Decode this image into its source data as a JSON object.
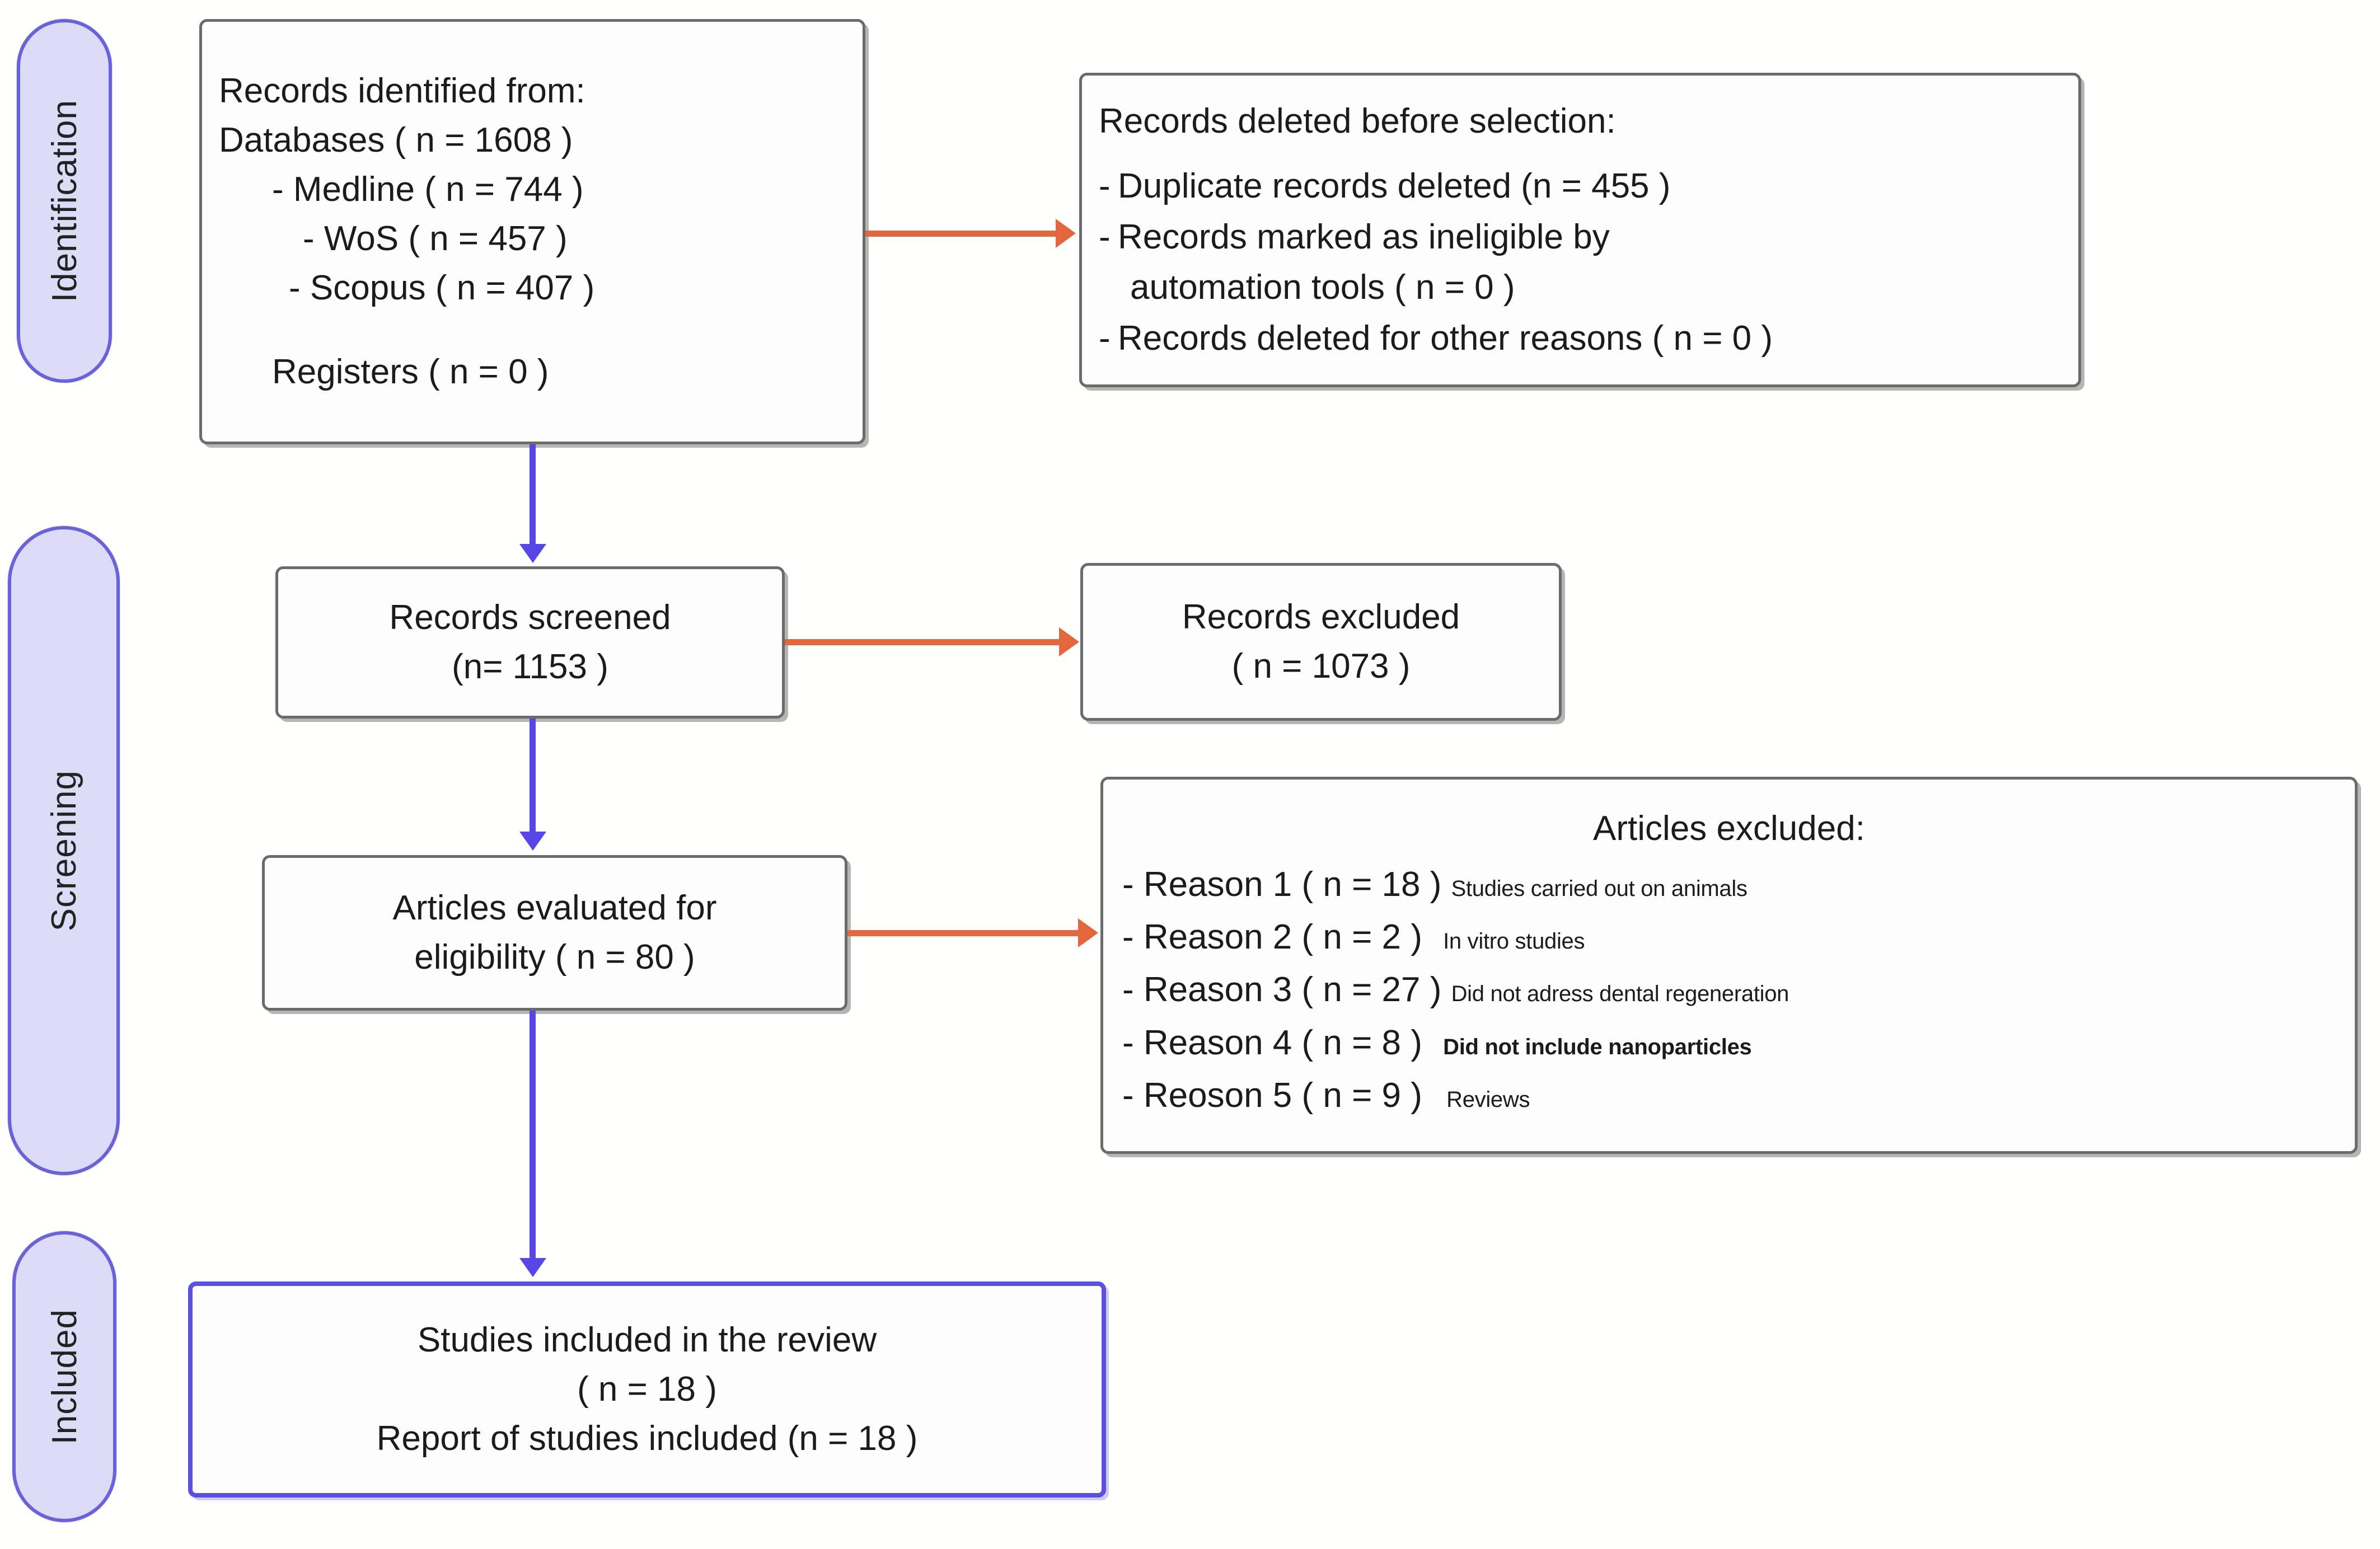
{
  "diagram": {
    "title": "PRISMA flow diagram",
    "colors": {
      "stage_fill": "#dcdcf7",
      "stage_border": "#6a62d8",
      "box_border": "#6b6b6b",
      "accent_box_border": "#5b4fe0",
      "vertical_arrow": "#5646e3",
      "horizontal_arrow": "#e2673e",
      "text": "#1b1b1b",
      "background": "#fffffd"
    }
  },
  "stages": [
    {
      "label": "Identification"
    },
    {
      "label": "Screening"
    },
    {
      "label": "Included"
    }
  ],
  "boxes": {
    "identified": {
      "heading": "Records  identified  from:",
      "databases_total": "Databases ( n =  1608 )",
      "sources": [
        "- Medline ( n = 744 )",
        "- WoS ( n = 457 )",
        "- Scopus ( n = 407 )"
      ],
      "registers": "Registers ( n = 0 )"
    },
    "deleted_before_selection": {
      "heading": "Records deleted before selection:",
      "items": [
        {
          "text": "Duplicate records deleted (n = 455 )"
        },
        {
          "text": "Records marked as ineligible by",
          "continuation": "automation tools ( n = 0 )"
        },
        {
          "text": "Records deleted for other reasons ( n = 0 )"
        }
      ]
    },
    "records_screened": {
      "line1": "Records screened",
      "line2": "(n= 1153 )"
    },
    "records_excluded": {
      "line1": "Records excluded",
      "line2": "( n = 1073 )"
    },
    "articles_eligibility": {
      "line1": "Articles evaluated for",
      "line2": "eligibility ( n = 80 )"
    },
    "articles_excluded": {
      "heading": "Articles excluded:",
      "reasons": [
        {
          "label": "- Reason 1 ( n = 18 )",
          "note": "Studies carried out on animals",
          "bold": false
        },
        {
          "label": "- Reason 2 ( n = 2 )",
          "note": "In vitro studies",
          "bold": false
        },
        {
          "label": "- Reason 3 ( n = 27 )",
          "note": "Did not adress dental regeneration",
          "bold": false
        },
        {
          "label": "- Reason 4 ( n = 8 )",
          "note": "Did not include nanoparticles",
          "bold": true
        },
        {
          "label": "- Reoson 5 ( n = 9 )",
          "note": "Reviews",
          "bold": false
        }
      ]
    },
    "studies_included": {
      "line1": "Studies included in the review",
      "line2": "( n = 18 )",
      "line3": "Report of studies included  (n = 18 )"
    }
  },
  "chart_data": {
    "type": "flowchart",
    "title": "PRISMA 2020 flow diagram of study selection",
    "nodes": [
      {
        "id": "identified",
        "stage": "Identification",
        "label": "Records identified from",
        "n": 1608,
        "breakdown": {
          "Medline": 744,
          "WoS": 457,
          "Scopus": 407,
          "Registers": 0
        }
      },
      {
        "id": "deleted_before_selection",
        "stage": "Identification",
        "label": "Records deleted before selection",
        "breakdown": {
          "Duplicate records deleted": 455,
          "Records marked as ineligible by automation tools": 0,
          "Records deleted for other reasons": 0
        }
      },
      {
        "id": "records_screened",
        "stage": "Screening",
        "label": "Records screened",
        "n": 1153
      },
      {
        "id": "records_excluded",
        "stage": "Screening",
        "label": "Records excluded",
        "n": 1073
      },
      {
        "id": "articles_eligibility",
        "stage": "Screening",
        "label": "Articles evaluated for eligibility",
        "n": 80
      },
      {
        "id": "articles_excluded",
        "stage": "Screening",
        "label": "Articles excluded",
        "breakdown": {
          "Reason 1 - Studies carried out on animals": 18,
          "Reason 2 - In vitro studies": 2,
          "Reason 3 - Did not adress dental regeneration": 27,
          "Reason 4 - Did not include nanoparticles": 8,
          "Reoson 5 - Reviews": 9
        }
      },
      {
        "id": "studies_included",
        "stage": "Included",
        "label": "Studies included in the review",
        "n": 18,
        "breakdown": {
          "Report of studies included": 18
        }
      }
    ],
    "edges": [
      {
        "from": "identified",
        "to": "deleted_before_selection",
        "direction": "horizontal",
        "color": "#e2673e"
      },
      {
        "from": "identified",
        "to": "records_screened",
        "direction": "vertical",
        "color": "#5646e3"
      },
      {
        "from": "records_screened",
        "to": "records_excluded",
        "direction": "horizontal",
        "color": "#e2673e"
      },
      {
        "from": "records_screened",
        "to": "articles_eligibility",
        "direction": "vertical",
        "color": "#5646e3"
      },
      {
        "from": "articles_eligibility",
        "to": "articles_excluded",
        "direction": "horizontal",
        "color": "#e2673e"
      },
      {
        "from": "articles_eligibility",
        "to": "studies_included",
        "direction": "vertical",
        "color": "#5646e3"
      }
    ]
  }
}
